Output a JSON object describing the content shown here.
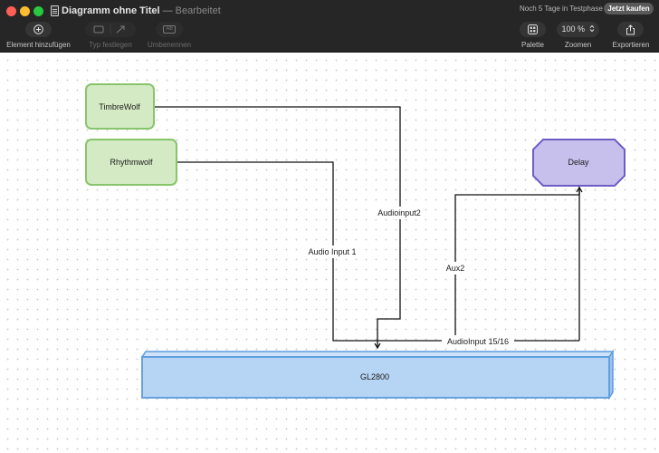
{
  "window": {
    "title": "Diagramm ohne Titel",
    "separator": "—",
    "status": "Bearbeitet",
    "trial_text": "Noch 5 Tage in Testphase",
    "buy_label": "Jetzt kaufen"
  },
  "toolbar": {
    "add_label": "Element hinzufügen",
    "type_label": "Typ festlegen",
    "rename_label": "Umbenennen",
    "rename_icon_text": "Ab",
    "palette_label": "Palette",
    "zoom_label": "Zoomen",
    "zoom_value": "100 %",
    "export_label": "Exportieren"
  },
  "diagram": {
    "nodes": {
      "timbrewolf": "TimbreWolf",
      "rhythmwolf": "Rhythmwolf",
      "delay": "Delay",
      "gl2800": "GL2800"
    },
    "edges": {
      "audioinput2": "Audioinput2",
      "audio_input_1": "Audio Input 1",
      "aux2": "Aux2",
      "audioinput_15_16": "AudioInput 15/16"
    },
    "colors": {
      "green_fill": "#d4eac4",
      "green_stroke": "#86c56a",
      "purple_fill": "#c7c0ec",
      "purple_stroke": "#6f5cc4",
      "blue_fill": "#b6d4f3",
      "blue_stroke": "#5a9be0",
      "edge": "#111111"
    }
  }
}
